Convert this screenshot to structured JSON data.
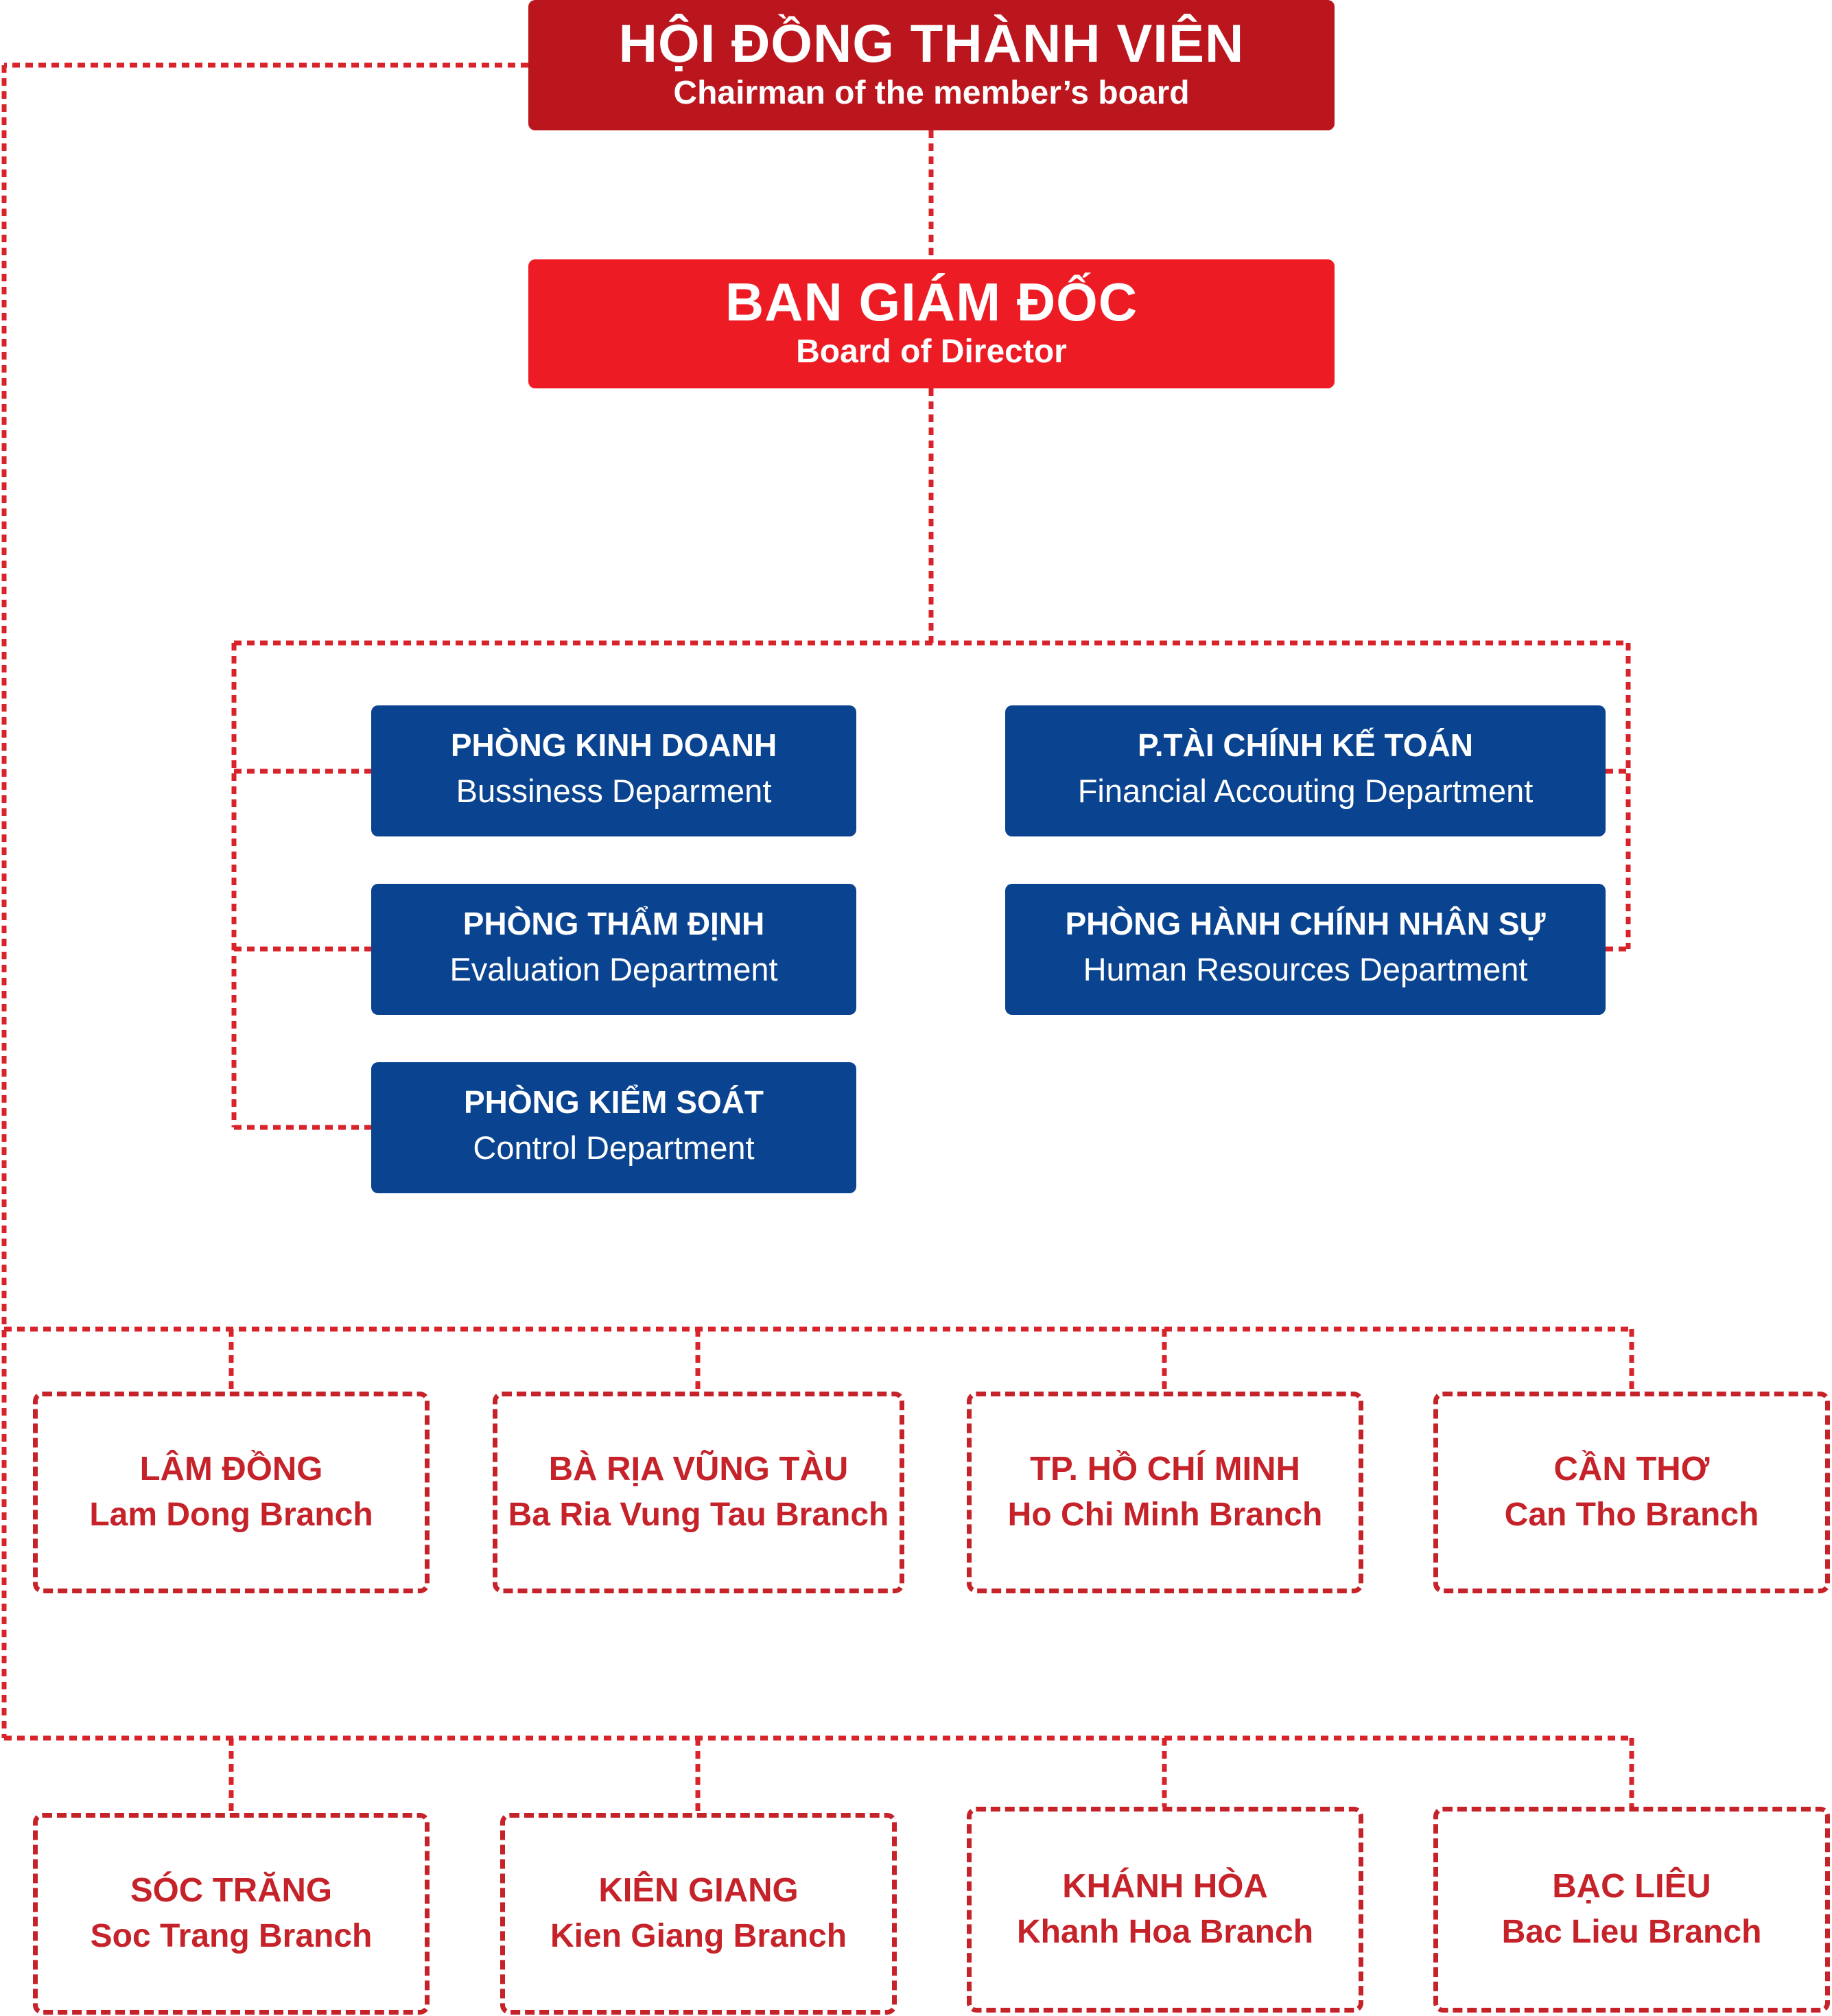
{
  "chairman": {
    "title": "HỘI ĐỒNG THÀNH VIÊN",
    "subtitle": "Chairman of the member’s board",
    "color": "#bb161e"
  },
  "director": {
    "title": "BAN GIÁM ĐỐC",
    "subtitle": "Board of Director",
    "color": "#ed1c24"
  },
  "departments": [
    {
      "title": "PHÒNG KINH DOANH",
      "subtitle": "Bussiness Deparment"
    },
    {
      "title": "PHÒNG THẨM ĐỊNH",
      "subtitle": "Evaluation Department"
    },
    {
      "title": "PHÒNG KIỂM SOÁT",
      "subtitle": "Control Department"
    },
    {
      "title": "P.TÀI CHÍNH KẾ TOÁN",
      "subtitle": "Financial Accouting Department"
    },
    {
      "title": "PHÒNG HÀNH CHÍNH NHÂN SỰ",
      "subtitle": "Human Resources Department"
    }
  ],
  "branches_row1": [
    {
      "title": "LÂM ĐỒNG",
      "subtitle": "Lam Dong Branch"
    },
    {
      "title": "BÀ RỊA VŨNG TÀU",
      "subtitle": "Ba Ria Vung Tau Branch"
    },
    {
      "title": "TP. HỒ CHÍ MINH",
      "subtitle": "Ho Chi Minh Branch"
    },
    {
      "title": "CẦN THƠ",
      "subtitle": "Can Tho Branch"
    }
  ],
  "branches_row2": [
    {
      "title": "SÓC TRĂNG",
      "subtitle": "Soc Trang Branch"
    },
    {
      "title": "KIÊN GIANG",
      "subtitle": "Kien Giang Branch"
    },
    {
      "title": "KHÁNH HÒA",
      "subtitle": "Khanh Hoa Branch"
    },
    {
      "title": "BẠC LIÊU",
      "subtitle": "Bac Lieu Branch"
    }
  ],
  "colors": {
    "connector": "#c5222a",
    "department": "#0a4490",
    "branch_text": "#c5222a"
  }
}
